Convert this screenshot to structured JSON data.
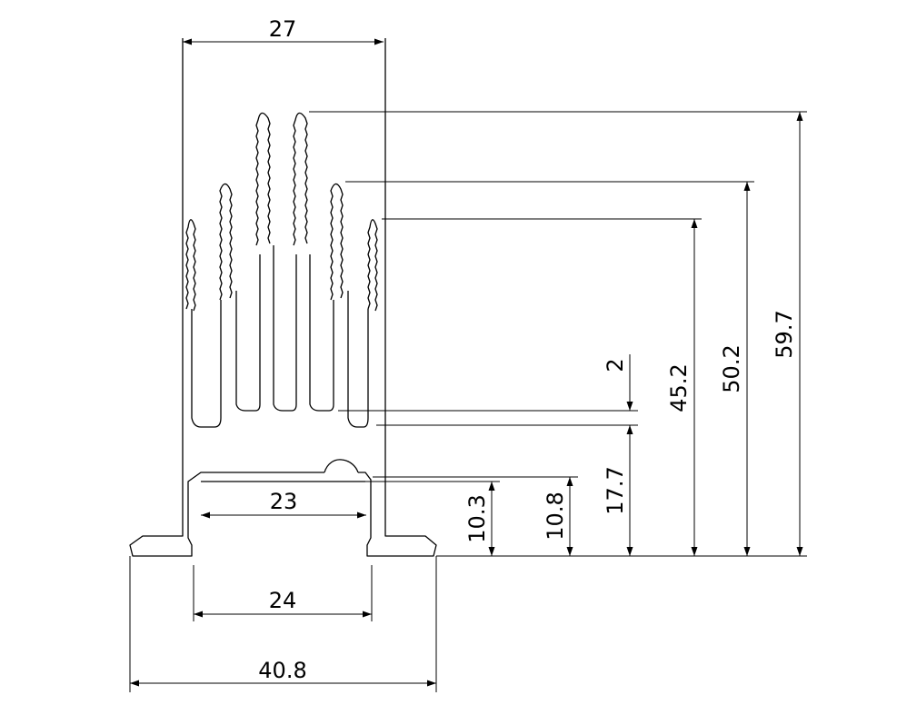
{
  "dimensions": {
    "width_top": "27",
    "inner_width_23": "23",
    "bottom_width_24": "24",
    "overall_width": "40.8",
    "height_10_3": "10.3",
    "height_10_8": "10.8",
    "height_17_7": "17.7",
    "gap_2": "2",
    "height_45_2": "45.2",
    "height_50_2": "50.2",
    "height_59_7": "59.7"
  }
}
